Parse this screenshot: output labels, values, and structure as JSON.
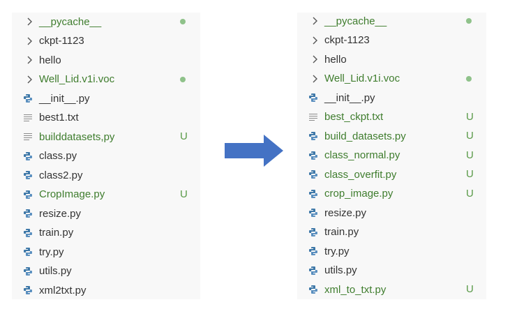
{
  "colors": {
    "untracked": "#3f7d2e",
    "badge": "#5a9a48",
    "dot": "#8fc28a",
    "arrow": "#4472c4"
  },
  "before": {
    "items": [
      {
        "label": "__pycache__",
        "kind": "folder",
        "status": "untracked",
        "mark": "dot"
      },
      {
        "label": "ckpt-1123",
        "kind": "folder",
        "status": "normal"
      },
      {
        "label": "hello",
        "kind": "folder",
        "status": "normal"
      },
      {
        "label": "Well_Lid.v1i.voc",
        "kind": "folder",
        "status": "untracked",
        "mark": "dot"
      },
      {
        "label": "__init__.py",
        "kind": "python",
        "status": "normal"
      },
      {
        "label": "best1.txt",
        "kind": "text",
        "status": "normal"
      },
      {
        "label": "builddatasets,py",
        "kind": "text",
        "status": "untracked",
        "badge": "U"
      },
      {
        "label": "class.py",
        "kind": "python",
        "status": "normal"
      },
      {
        "label": "class2.py",
        "kind": "python",
        "status": "normal"
      },
      {
        "label": "CropImage.py",
        "kind": "python",
        "status": "untracked",
        "badge": "U"
      },
      {
        "label": "resize.py",
        "kind": "python",
        "status": "normal"
      },
      {
        "label": "train.py",
        "kind": "python",
        "status": "normal"
      },
      {
        "label": "try.py",
        "kind": "python",
        "status": "normal"
      },
      {
        "label": "utils.py",
        "kind": "python",
        "status": "normal"
      },
      {
        "label": "xml2txt.py",
        "kind": "python",
        "status": "normal"
      }
    ]
  },
  "after": {
    "items": [
      {
        "label": "__pycache__",
        "kind": "folder",
        "status": "untracked",
        "mark": "dot"
      },
      {
        "label": "ckpt-1123",
        "kind": "folder",
        "status": "normal"
      },
      {
        "label": "hello",
        "kind": "folder",
        "status": "normal"
      },
      {
        "label": "Well_Lid.v1i.voc",
        "kind": "folder",
        "status": "untracked",
        "mark": "dot"
      },
      {
        "label": "__init__.py",
        "kind": "python",
        "status": "normal"
      },
      {
        "label": "best_ckpt.txt",
        "kind": "text",
        "status": "untracked",
        "badge": "U"
      },
      {
        "label": "build_datasets.py",
        "kind": "python",
        "status": "untracked",
        "badge": "U"
      },
      {
        "label": "class_normal.py",
        "kind": "python",
        "status": "untracked",
        "badge": "U"
      },
      {
        "label": "class_overfit.py",
        "kind": "python",
        "status": "untracked",
        "badge": "U"
      },
      {
        "label": "crop_image.py",
        "kind": "python",
        "status": "untracked",
        "badge": "U"
      },
      {
        "label": "resize.py",
        "kind": "python",
        "status": "normal"
      },
      {
        "label": "train.py",
        "kind": "python",
        "status": "normal"
      },
      {
        "label": "try.py",
        "kind": "python",
        "status": "normal"
      },
      {
        "label": "utils.py",
        "kind": "python",
        "status": "normal"
      },
      {
        "label": "xml_to_txt.py",
        "kind": "python",
        "status": "untracked",
        "badge": "U"
      }
    ]
  }
}
